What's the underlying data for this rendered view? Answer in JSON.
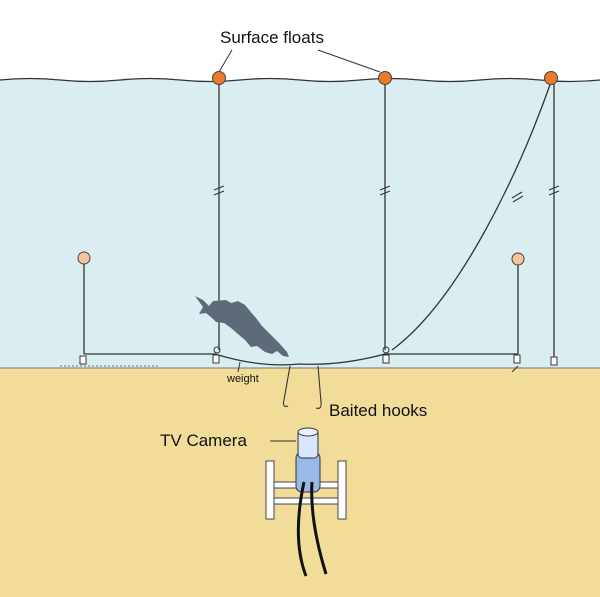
{
  "labels": {
    "surface_floats": "Surface floats",
    "weight": "weight",
    "baited_hooks": "Baited hooks",
    "tv_camera": "TV Camera"
  },
  "colors": {
    "sky": "#ffffff",
    "water": "#daeef2",
    "seabed": "#f1dd99",
    "surface_float": "#ec7a2a",
    "subsurface_float": "#f6c39a",
    "line": "#333333",
    "fish": "#5d6a78",
    "camera": "#9ab8e8"
  },
  "icons": {
    "fish": "fish-silhouette-icon",
    "camera": "tv-camera-icon",
    "float": "float-buoy-icon"
  }
}
